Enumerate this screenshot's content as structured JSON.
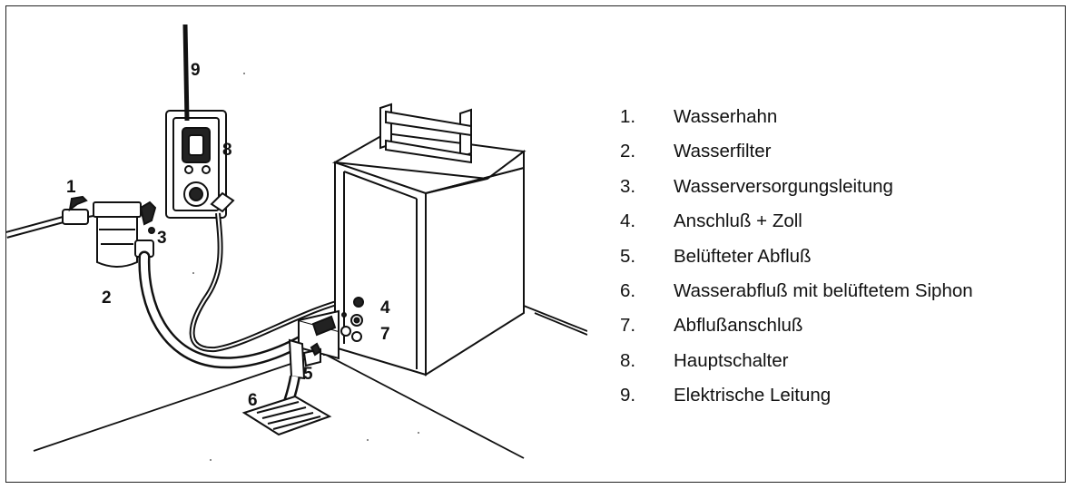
{
  "figure": {
    "callouts": [
      {
        "id": "c1",
        "text": "1"
      },
      {
        "id": "c2",
        "text": "2"
      },
      {
        "id": "c3",
        "text": "3"
      },
      {
        "id": "c4",
        "text": "4"
      },
      {
        "id": "c5",
        "text": "5"
      },
      {
        "id": "c6",
        "text": "6"
      },
      {
        "id": "c7",
        "text": "7"
      },
      {
        "id": "c8",
        "text": "8"
      },
      {
        "id": "c9",
        "text": "9"
      }
    ]
  },
  "legend": {
    "items": [
      {
        "num": "1.",
        "label": "Wasserhahn"
      },
      {
        "num": "2.",
        "label": "Wasserfilter"
      },
      {
        "num": "3.",
        "label": "Wasserversorgungsleitung"
      },
      {
        "num": "4.",
        "label": "Anschluß + Zoll"
      },
      {
        "num": "5.",
        "label": "Belüfteter Abfluß"
      },
      {
        "num": "6.",
        "label": "Wasserabfluß mit belüftetem Siphon"
      },
      {
        "num": "7.",
        "label": "Abflußanschluß"
      },
      {
        "num": "8.",
        "label": "Hauptschalter"
      },
      {
        "num": "9.",
        "label": "Elektrische Leitung"
      }
    ]
  }
}
